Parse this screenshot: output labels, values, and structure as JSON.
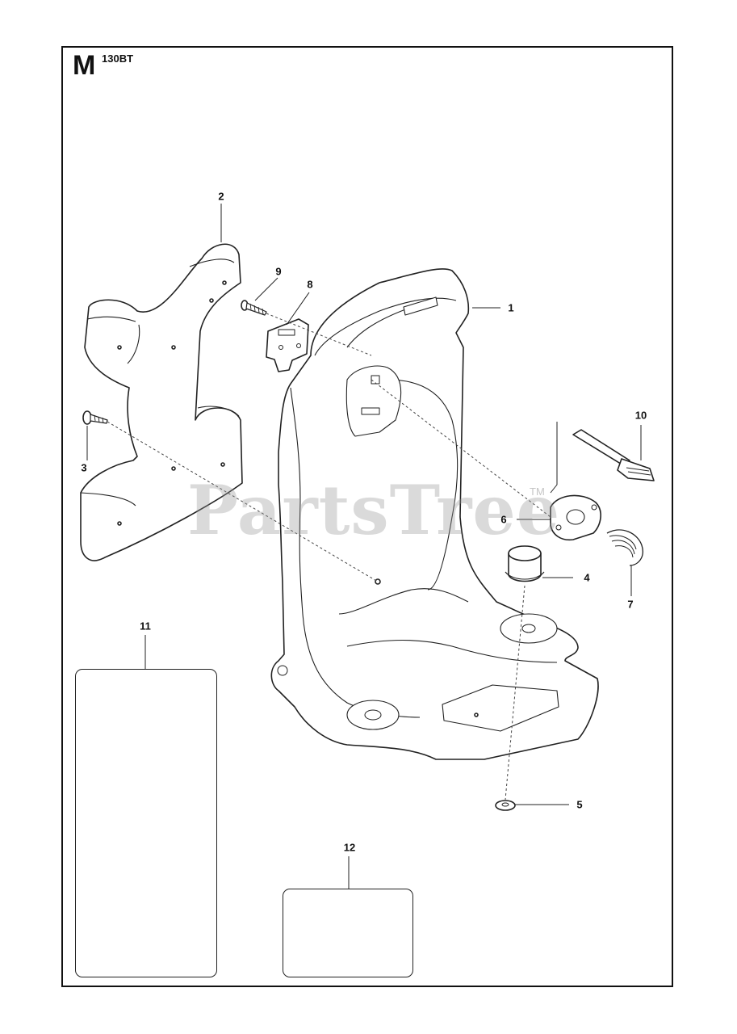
{
  "header": {
    "section_letter": "M",
    "model_code": "130BT"
  },
  "watermark": {
    "text": "PartsTree",
    "trademark": "TM"
  },
  "callouts": [
    {
      "id": "1",
      "label": "1"
    },
    {
      "id": "2",
      "label": "2"
    },
    {
      "id": "3",
      "label": "3"
    },
    {
      "id": "4",
      "label": "4"
    },
    {
      "id": "5",
      "label": "5"
    },
    {
      "id": "6",
      "label": "6"
    },
    {
      "id": "7",
      "label": "7"
    },
    {
      "id": "8",
      "label": "8"
    },
    {
      "id": "9",
      "label": "9"
    },
    {
      "id": "10",
      "label": "10"
    },
    {
      "id": "11",
      "label": "11"
    },
    {
      "id": "12",
      "label": "12"
    }
  ],
  "colors": {
    "line": "#111111",
    "watermark": "#969696",
    "background": "#ffffff"
  }
}
